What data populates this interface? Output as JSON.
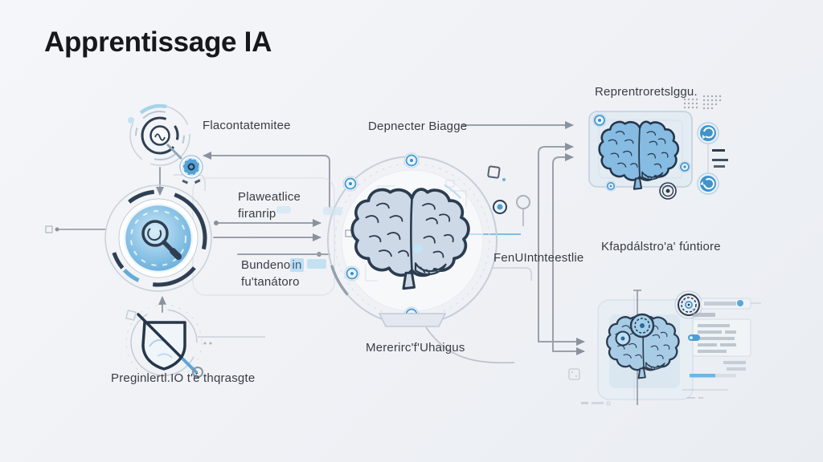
{
  "title": "Apprentissage IA",
  "labels": {
    "feedback_loop": "Flacontatemitee",
    "detect_stage": "Depnecter Biagge",
    "representation": "Reprentroretslggu.",
    "practice_line1": "Plaweatlice",
    "practice_line2": "firanrip",
    "bundeno_pre": "Bundeno",
    "bundeno_highlight": "in",
    "bundeno_line2": "fu'tanátoro",
    "feature_mid": "FenUIntnteestlie",
    "knowledge_right": "Kfapdálstro'a' fúntiore",
    "metrics_bottom": "Mererirc'f'Uhaigus",
    "progress_bottom_left": "Preginlertl.IO t'é thqrasgte"
  },
  "colors": {
    "background": "#eff1f5",
    "navy": "#2b3c50",
    "accent_blue": "#4a9fd4",
    "light_blue": "#bfe0f4",
    "line_gray": "#99a1ab",
    "text": "#383d44"
  },
  "icons": {
    "top_left": "magnifier-dial-icon",
    "left_main": "magnifier-target-icon",
    "bottom_left": "shield-slash-icon",
    "center": "brain-icon",
    "top_right": "brain-chip-icon",
    "bottom_right": "brain-analysis-icon",
    "right_side": "refresh-icon",
    "corner_marker": "target-rings-icon"
  }
}
